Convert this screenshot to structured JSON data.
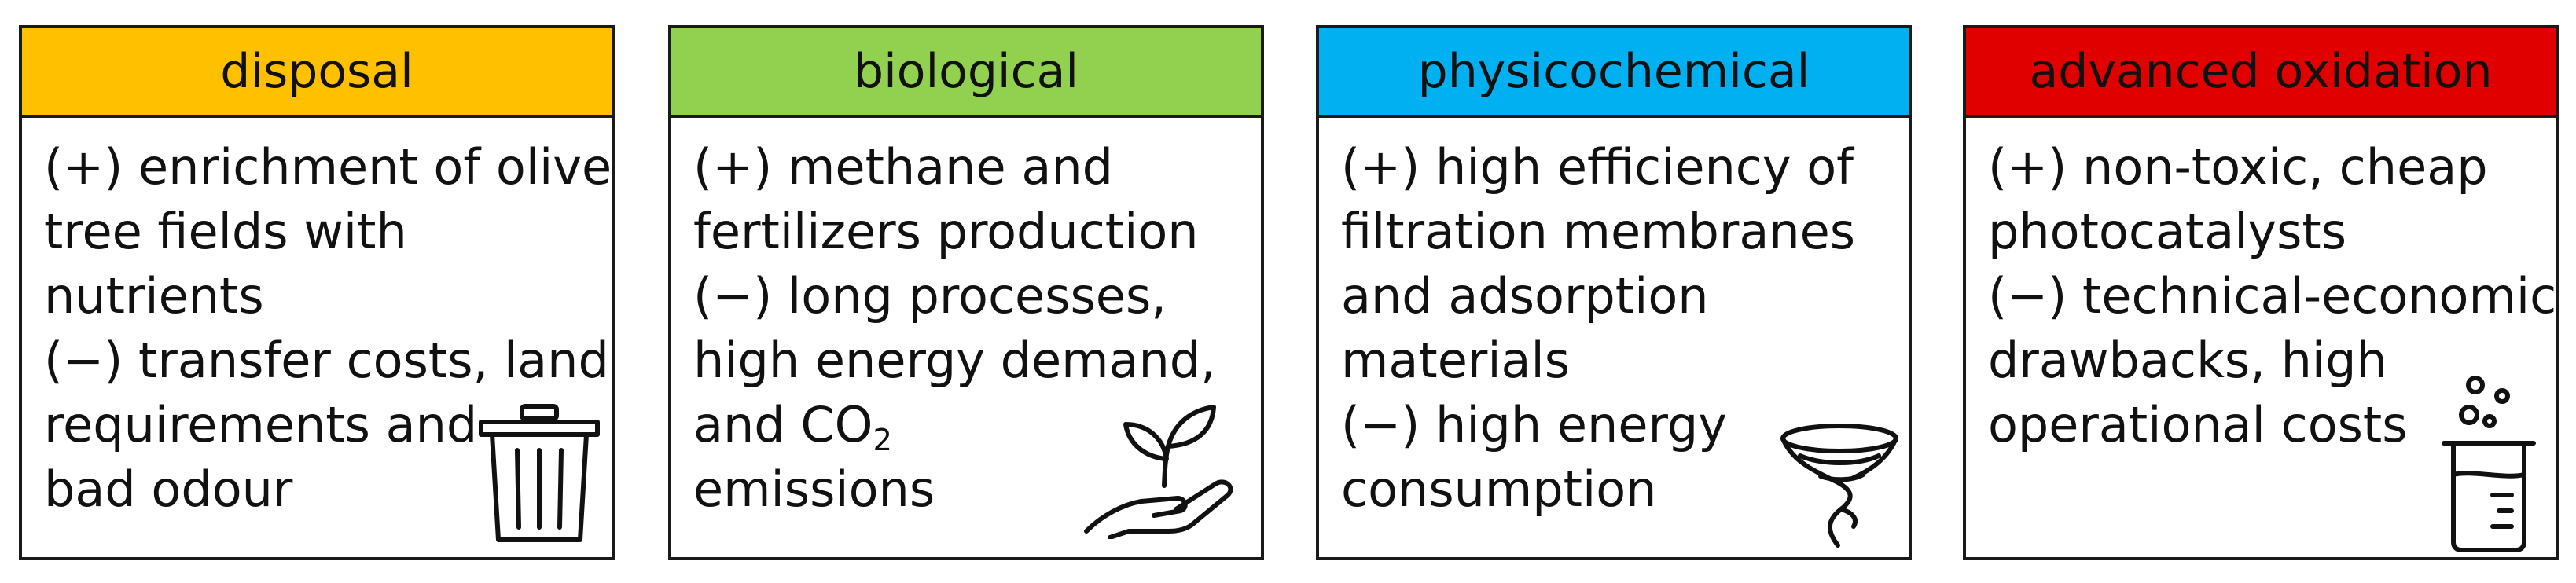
{
  "panels": [
    {
      "title": "disposal",
      "color": "#ffc000",
      "icon": "trash-can-icon",
      "lines": [
        "(+) enrichment of olive",
        "tree fields with",
        "nutrients",
        "(−) transfer costs, land",
        "requirements and",
        "bad odour"
      ]
    },
    {
      "title": "biological",
      "color": "#92d050",
      "icon": "hand-with-sprout-icon",
      "lines": [
        "(+) methane and",
        "fertilizers production",
        "(−) long processes,",
        "high energy demand,",
        "and CO",
        "emissions"
      ],
      "subscript": "2"
    },
    {
      "title": "physicochemical",
      "color": "#00b0f0",
      "icon": "tornado-filter-icon",
      "lines": [
        "(+) high efficiency of",
        "filtration membranes",
        "and adsorption",
        "materials",
        "(−) high energy",
        "consumption"
      ]
    },
    {
      "title": "advanced oxidation",
      "color": "#e00000",
      "icon": "beaker-bubbles-icon",
      "lines": [
        "(+) non-toxic, cheap",
        "photocatalysts",
        "(−) technical-economic",
        "drawbacks, high",
        "operational costs"
      ]
    }
  ]
}
